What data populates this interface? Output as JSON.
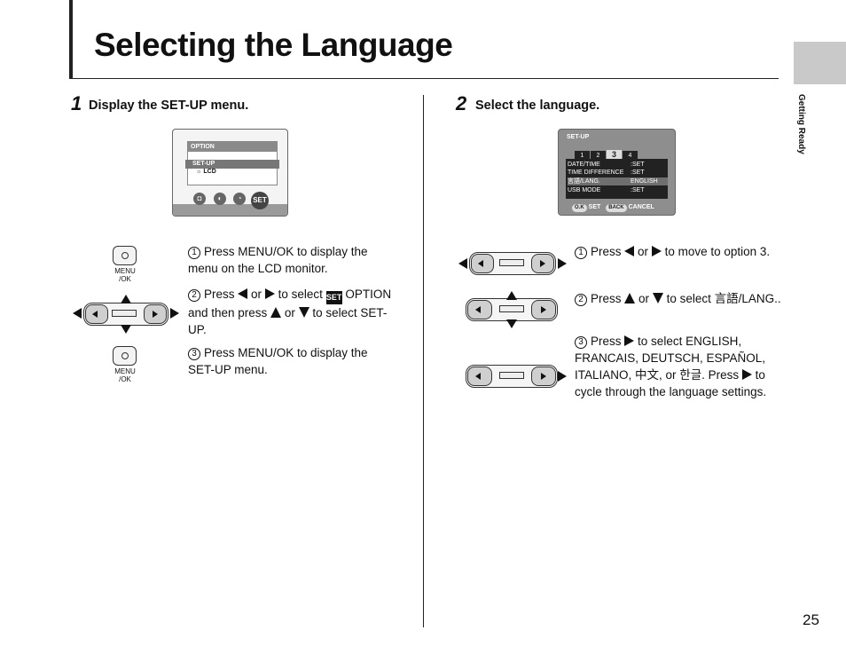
{
  "page": {
    "title": "Selecting the Language",
    "side_label": "Getting Ready",
    "page_number": "25"
  },
  "step1": {
    "number": "1",
    "heading": "Display the SET-UP menu.",
    "lcd": {
      "header": "OPTION",
      "highlight": "SET-UP",
      "sub": "LCD",
      "set_icon": "SET"
    },
    "menu_button_label": "MENU\n/OK",
    "instructions": [
      {
        "num": "1",
        "text": "Press MENU/OK to display the menu on the LCD monitor."
      },
      {
        "num": "2",
        "pre": "Press",
        "or": "or",
        "mid": "to select",
        "post": "OPTION and then press",
        "or2": "or",
        "end": "to select SET-UP.",
        "set_glyph": "SET"
      },
      {
        "num": "3",
        "text": "Press MENU/OK to display the SET-UP menu."
      }
    ]
  },
  "step2": {
    "number": "2",
    "heading": "Select the language.",
    "lcd": {
      "header": "SET-UP",
      "tabs": [
        "1",
        "2",
        "3",
        "4"
      ],
      "rows": [
        {
          "label": "DATE/TIME",
          "value": ":SET"
        },
        {
          "label": "TIME DIFFERENCE",
          "value": ":SET"
        },
        {
          "label": "言語/LANG.",
          "value": "ENGLISH"
        },
        {
          "label": "USB MODE",
          "value": ":SET"
        }
      ],
      "footer_ok": "O.K",
      "footer_set": "SET",
      "footer_back": "BACK",
      "footer_cancel": "CANCEL"
    },
    "instructions": [
      {
        "num": "1",
        "pre": "Press",
        "or": "or",
        "post": "to move to option 3."
      },
      {
        "num": "2",
        "pre": "Press",
        "or": "or",
        "post": "to select 言語/LANG.."
      },
      {
        "num": "3",
        "pre": "Press",
        "post": "to select ENGLISH, FRANCAIS, DEUTSCH, ESPAÑOL, ITALIANO, 中文, or 한글. Press",
        "end": "to cycle through the language settings."
      }
    ]
  }
}
